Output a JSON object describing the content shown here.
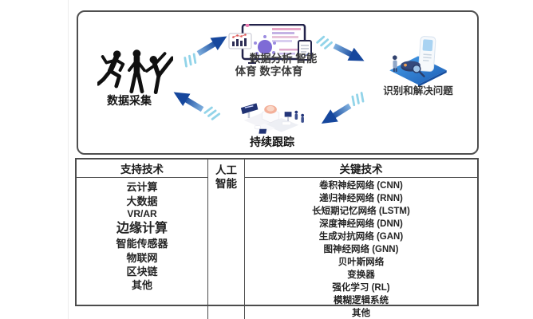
{
  "diagram": {
    "data_collection": {
      "label": "数据采集"
    },
    "analysis": {
      "line1": "数据分析 智能",
      "line2": "体育 数字体育"
    },
    "problem_solving": {
      "label": "识别和解决问题"
    },
    "tracking": {
      "label": "持续跟踪"
    }
  },
  "table": {
    "support": {
      "header": "支持技术",
      "items": [
        "云计算",
        "大数据",
        "VR/AR",
        "边缘计算",
        "智能传感器",
        "物联网",
        "区块链",
        "其他"
      ]
    },
    "ai": {
      "line1": "人工",
      "line2": "智能"
    },
    "key": {
      "header": "关键技术",
      "items": [
        "卷积神经网络 (CNN)",
        "递归神经网络 (RNN)",
        "长短期记忆网络 (LSTM)",
        "深度神经网络 (DNN)",
        "生成对抗网络 (GAN)",
        "图神经网络 (GNN)",
        "贝叶斯网络",
        "变换器",
        "强化学习 (RL)",
        "模糊逻辑系统",
        "其他"
      ]
    }
  },
  "colors": {
    "arrow_tail_dash": "#92d4e9",
    "arrow_body_light": "#7fb0df",
    "arrow_head": "#16479d",
    "platform_blue": "#2b7fd8",
    "accent_purple": "#7e6bd6",
    "border_gray": "#4c4c4c"
  }
}
